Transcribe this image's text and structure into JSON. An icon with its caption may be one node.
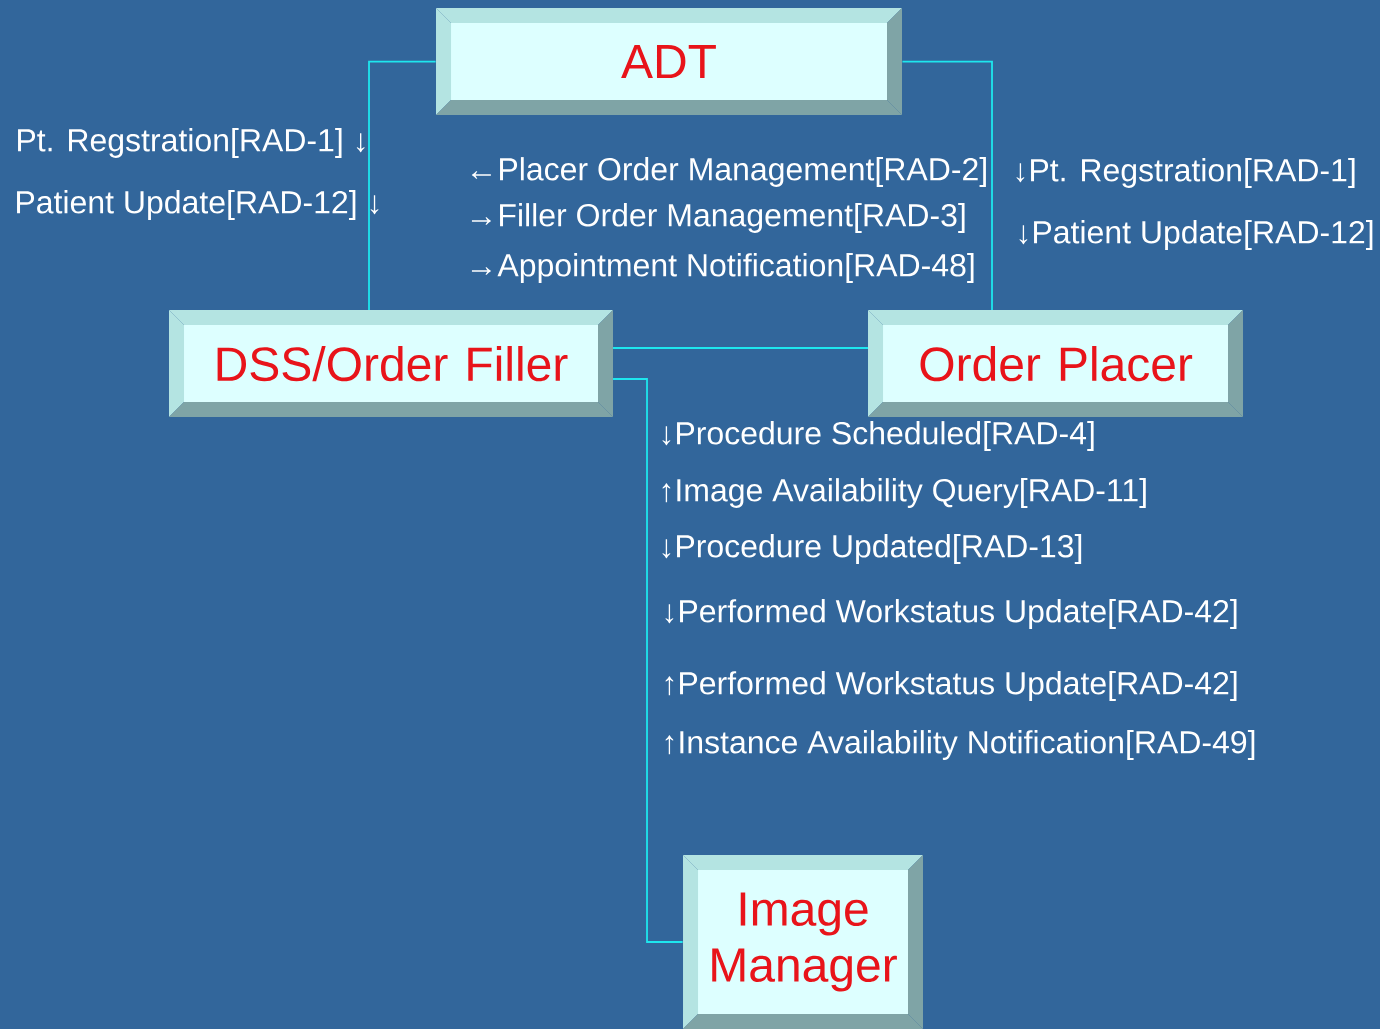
{
  "diagram": {
    "nodes": [
      {
        "text": [
          "ADT"
        ]
      },
      {
        "text": [
          "DSS/Order Filler"
        ]
      },
      {
        "text": [
          "Order Placer"
        ]
      },
      {
        "text": [
          "Image Manager"
        ]
      }
    ],
    "edges": [
      {
        "from": 0,
        "to": 1,
        "arrow": "none"
      },
      {
        "from": 0,
        "to": 2,
        "arrow": "none"
      },
      {
        "from": 1,
        "to": 2,
        "arrow": "none"
      },
      {
        "from": 1,
        "to": 3,
        "arrow": "none"
      }
    ],
    "labels": [
      "Pt. Regstration[RAD-1] ↓",
      "Patient Update[RAD-12] ↓",
      "←Placer Order Management[RAD-2]",
      "→Filler Order Management[RAD-3]",
      "→Appointment Notification[RAD-48]",
      "↓Pt. Regstration[RAD-1]",
      "↓Patient Update[RAD-12]",
      "↓Procedure Scheduled[RAD-4]",
      "↑Image Availability Query[RAD-11]",
      "↓Procedure Updated[RAD-13]",
      "↓Performed Workstatus Update[RAD-42]",
      "↑Performed Workstatus Update[RAD-42]",
      "↑Instance Availability Notification[RAD-49]"
    ]
  }
}
